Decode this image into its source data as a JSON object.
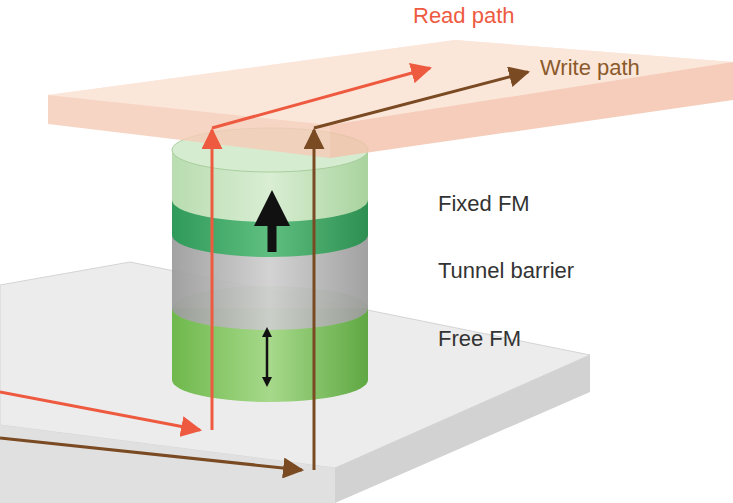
{
  "diagram": {
    "labels": [
      "Read path",
      "Write path",
      "Fixed FM",
      "Tunnel barrier",
      "Free FM"
    ]
  }
}
